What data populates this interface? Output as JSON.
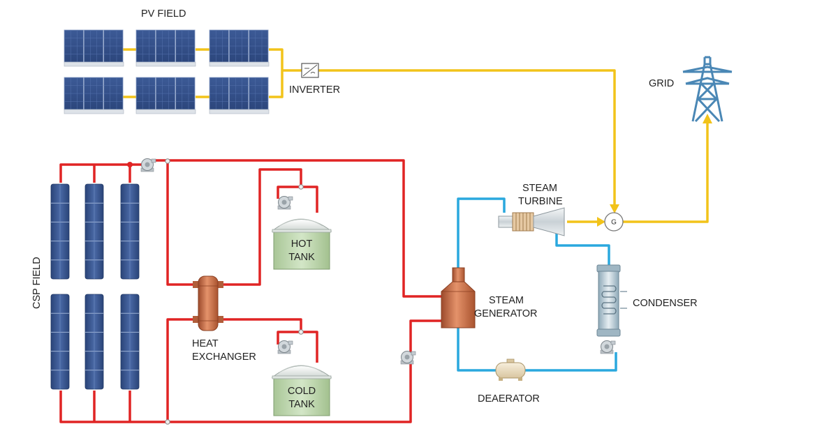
{
  "labels": {
    "pv_field": "PV FIELD",
    "inverter": "INVERTER",
    "grid": "GRID",
    "csp_field": "CSP FIELD",
    "hot_tank_line1": "HOT",
    "hot_tank_line2": "TANK",
    "cold_tank_line1": "COLD",
    "cold_tank_line2": "TANK",
    "heat_exchanger_line1": "HEAT",
    "heat_exchanger_line2": "EXCHANGER",
    "steam_turbine_line1": "STEAM",
    "steam_turbine_line2": "TURBINE",
    "steam_generator_line1": "STEAM",
    "steam_generator_line2": "GENERATOR",
    "condenser": "CONDENSER",
    "deaerator": "DEAERATOR",
    "generator_symbol": "G"
  },
  "colors": {
    "power_line": "#f2c31a",
    "htf_loop": "#e02424",
    "water_steam_loop": "#2aa8de",
    "pv_panel": "#34508a",
    "tank_fill": "#c5dcb8",
    "copper": "#c8714a",
    "tower": "#4a87b5"
  }
}
